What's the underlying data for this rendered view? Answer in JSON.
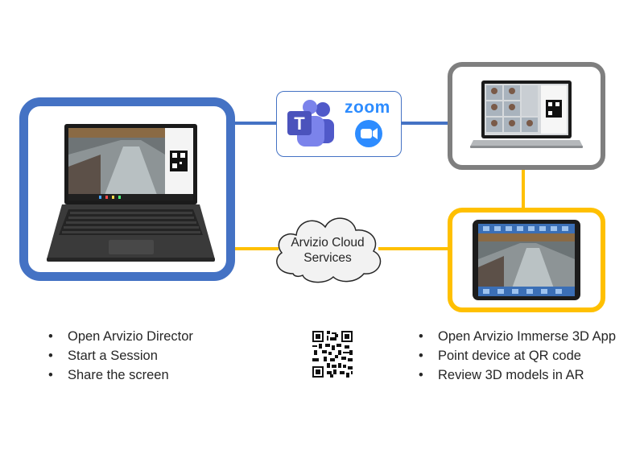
{
  "cloud": {
    "label_line1": "Arvizio Cloud",
    "label_line2": "Services"
  },
  "meeting": {
    "zoom_wordmark": "zoom"
  },
  "left_steps": [
    "Open Arvizio Director",
    "Start a Session",
    "Share the screen"
  ],
  "right_steps": [
    "Open Arvizio Immerse 3D App",
    "Point device at QR code",
    "Review 3D models in AR"
  ],
  "colors": {
    "blue": "#4472c4",
    "gray": "#7f7f7f",
    "yellow": "#ffc000",
    "teams": "#4b53bc",
    "zoom": "#2d8cff"
  },
  "icons": [
    "teams-icon",
    "zoom-icon",
    "qr-code-icon",
    "laptop-icon",
    "tablet-icon"
  ]
}
